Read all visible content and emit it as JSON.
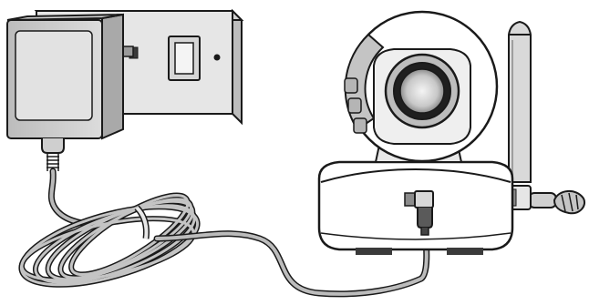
{
  "figure": {
    "kind": "installation-illustration",
    "components": [
      {
        "id": "wall-socket",
        "icon": "wall-socket-icon"
      },
      {
        "id": "power-adapter",
        "icon": "power-adapter-icon"
      },
      {
        "id": "power-cable",
        "icon": "coiled-cable-icon"
      },
      {
        "id": "camera",
        "icon": "baby-monitor-camera-icon"
      },
      {
        "id": "antenna",
        "icon": "antenna-icon"
      },
      {
        "id": "power-jack",
        "icon": "dc-plug-icon"
      }
    ],
    "colors": {
      "stroke": "#1a1a1a",
      "fill": "#ffffff",
      "socket_plate": "#e4e4e4",
      "adapter": "#cfcfcf",
      "adapter_front": "#e6e6e6",
      "switch": "#f2f2f2",
      "camera_shade": "#bdbdbd",
      "lens": "#9a9a9a",
      "cable": "#7d7d7d"
    }
  }
}
